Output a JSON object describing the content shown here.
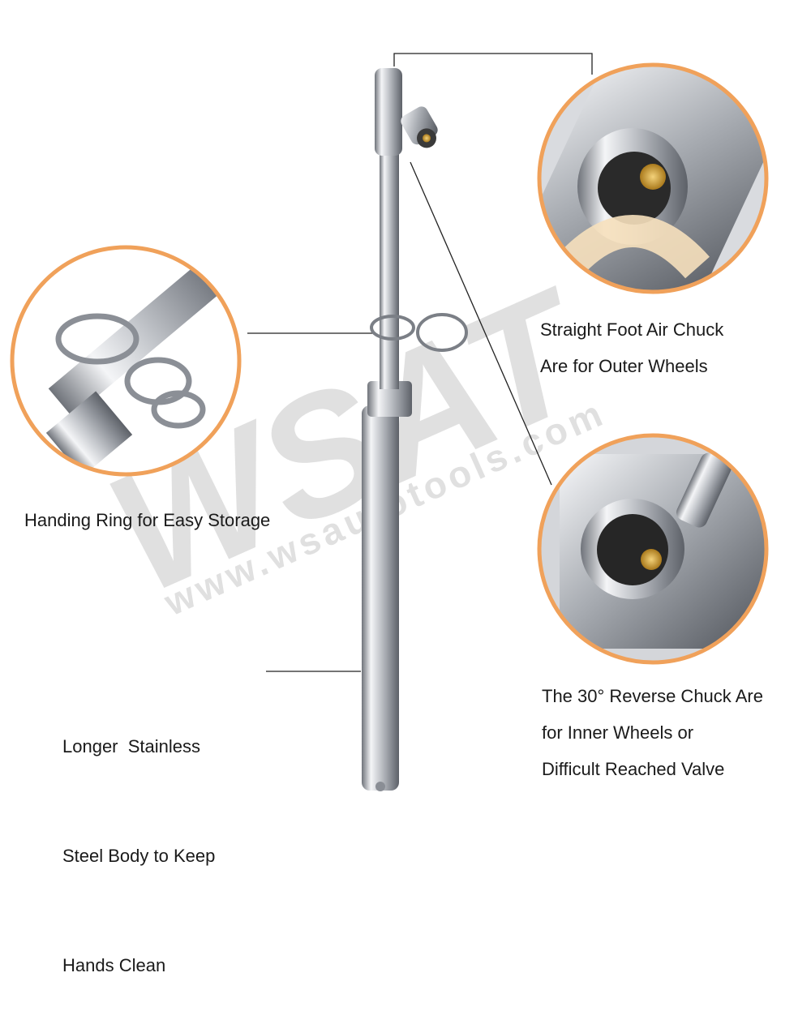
{
  "watermark": {
    "logo": "WSAT",
    "url": "www.wsautotools.com"
  },
  "callouts": {
    "straight_chuck": [
      "Straight Foot Air Chuck",
      "Are for Outer Wheels"
    ],
    "ring": [
      "Handing Ring for Easy Storage"
    ],
    "body": [
      "Longer  Stainless",
      "Steel Body to Keep",
      "Hands Clean"
    ],
    "reverse_chuck": [
      "The 30° Reverse Chuck Are",
      "for Inner Wheels or",
      "Difficult Reached Valve"
    ]
  },
  "colors": {
    "accent_ring": "#f0a15a",
    "watermark": "#c8c8c8",
    "steel": "#b9bcc2"
  }
}
